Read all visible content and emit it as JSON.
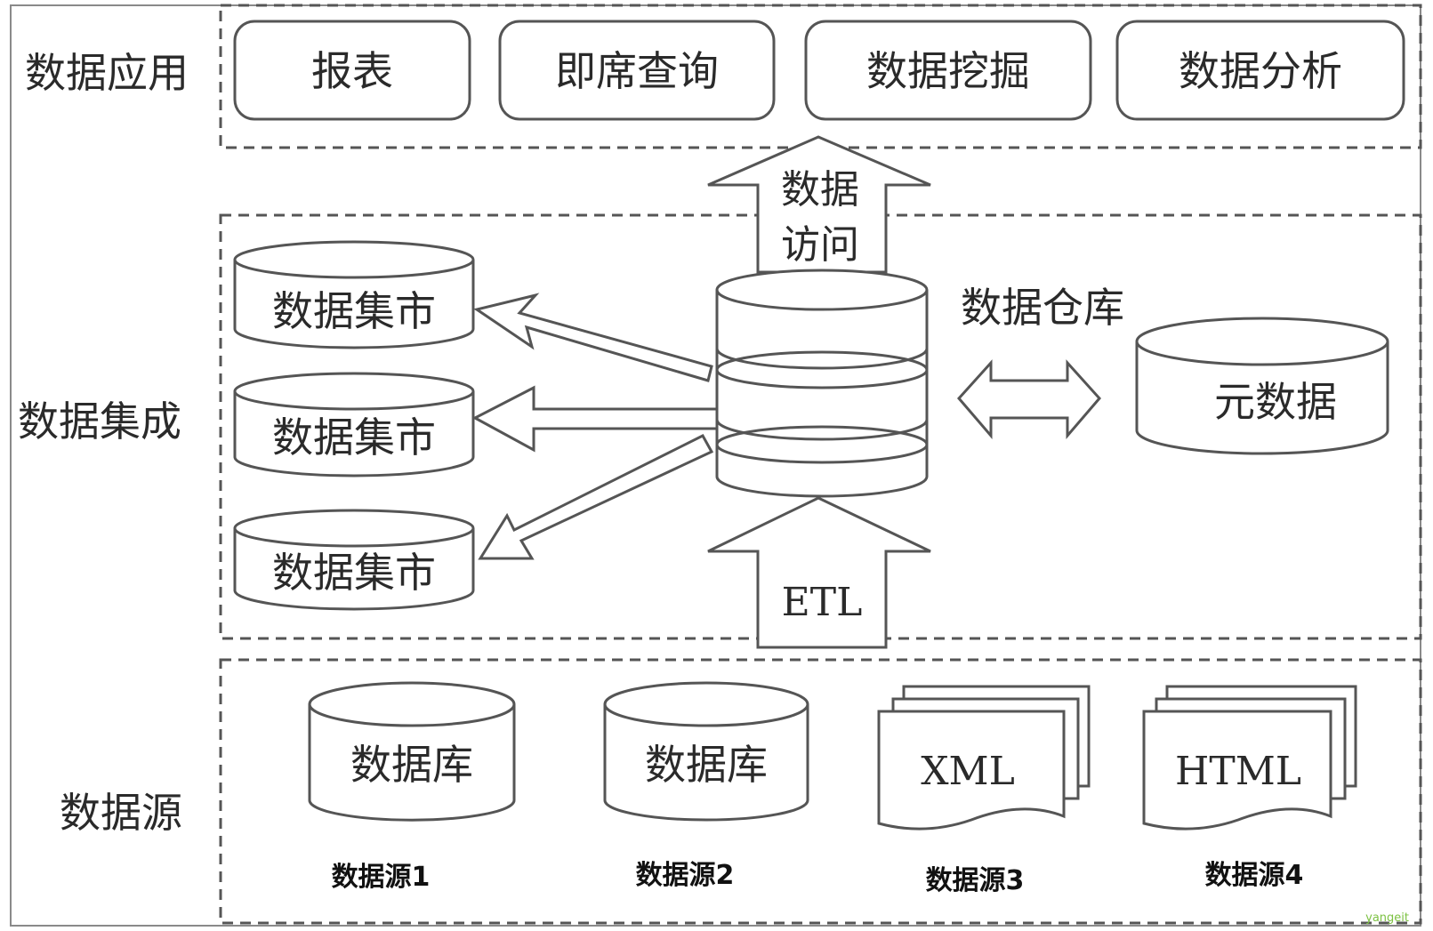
{
  "layers": {
    "application": "数据应用",
    "integration": "数据集成",
    "source": "数据源"
  },
  "applications": [
    "报表",
    "即席查询",
    "数据挖掘",
    "数据分析"
  ],
  "access_arrow": [
    "数据",
    "访问"
  ],
  "marts": [
    "数据集市",
    "数据集市",
    "数据集市"
  ],
  "warehouse_label": "数据仓库",
  "metadata_label": "元数据",
  "etl_label": "ETL",
  "sources": {
    "db1": "数据库",
    "db2": "数据库",
    "xml": "XML",
    "html": "HTML",
    "captions": [
      "数据源1",
      "数据源2",
      "数据源3",
      "数据源4"
    ]
  },
  "watermark": "yangeit"
}
